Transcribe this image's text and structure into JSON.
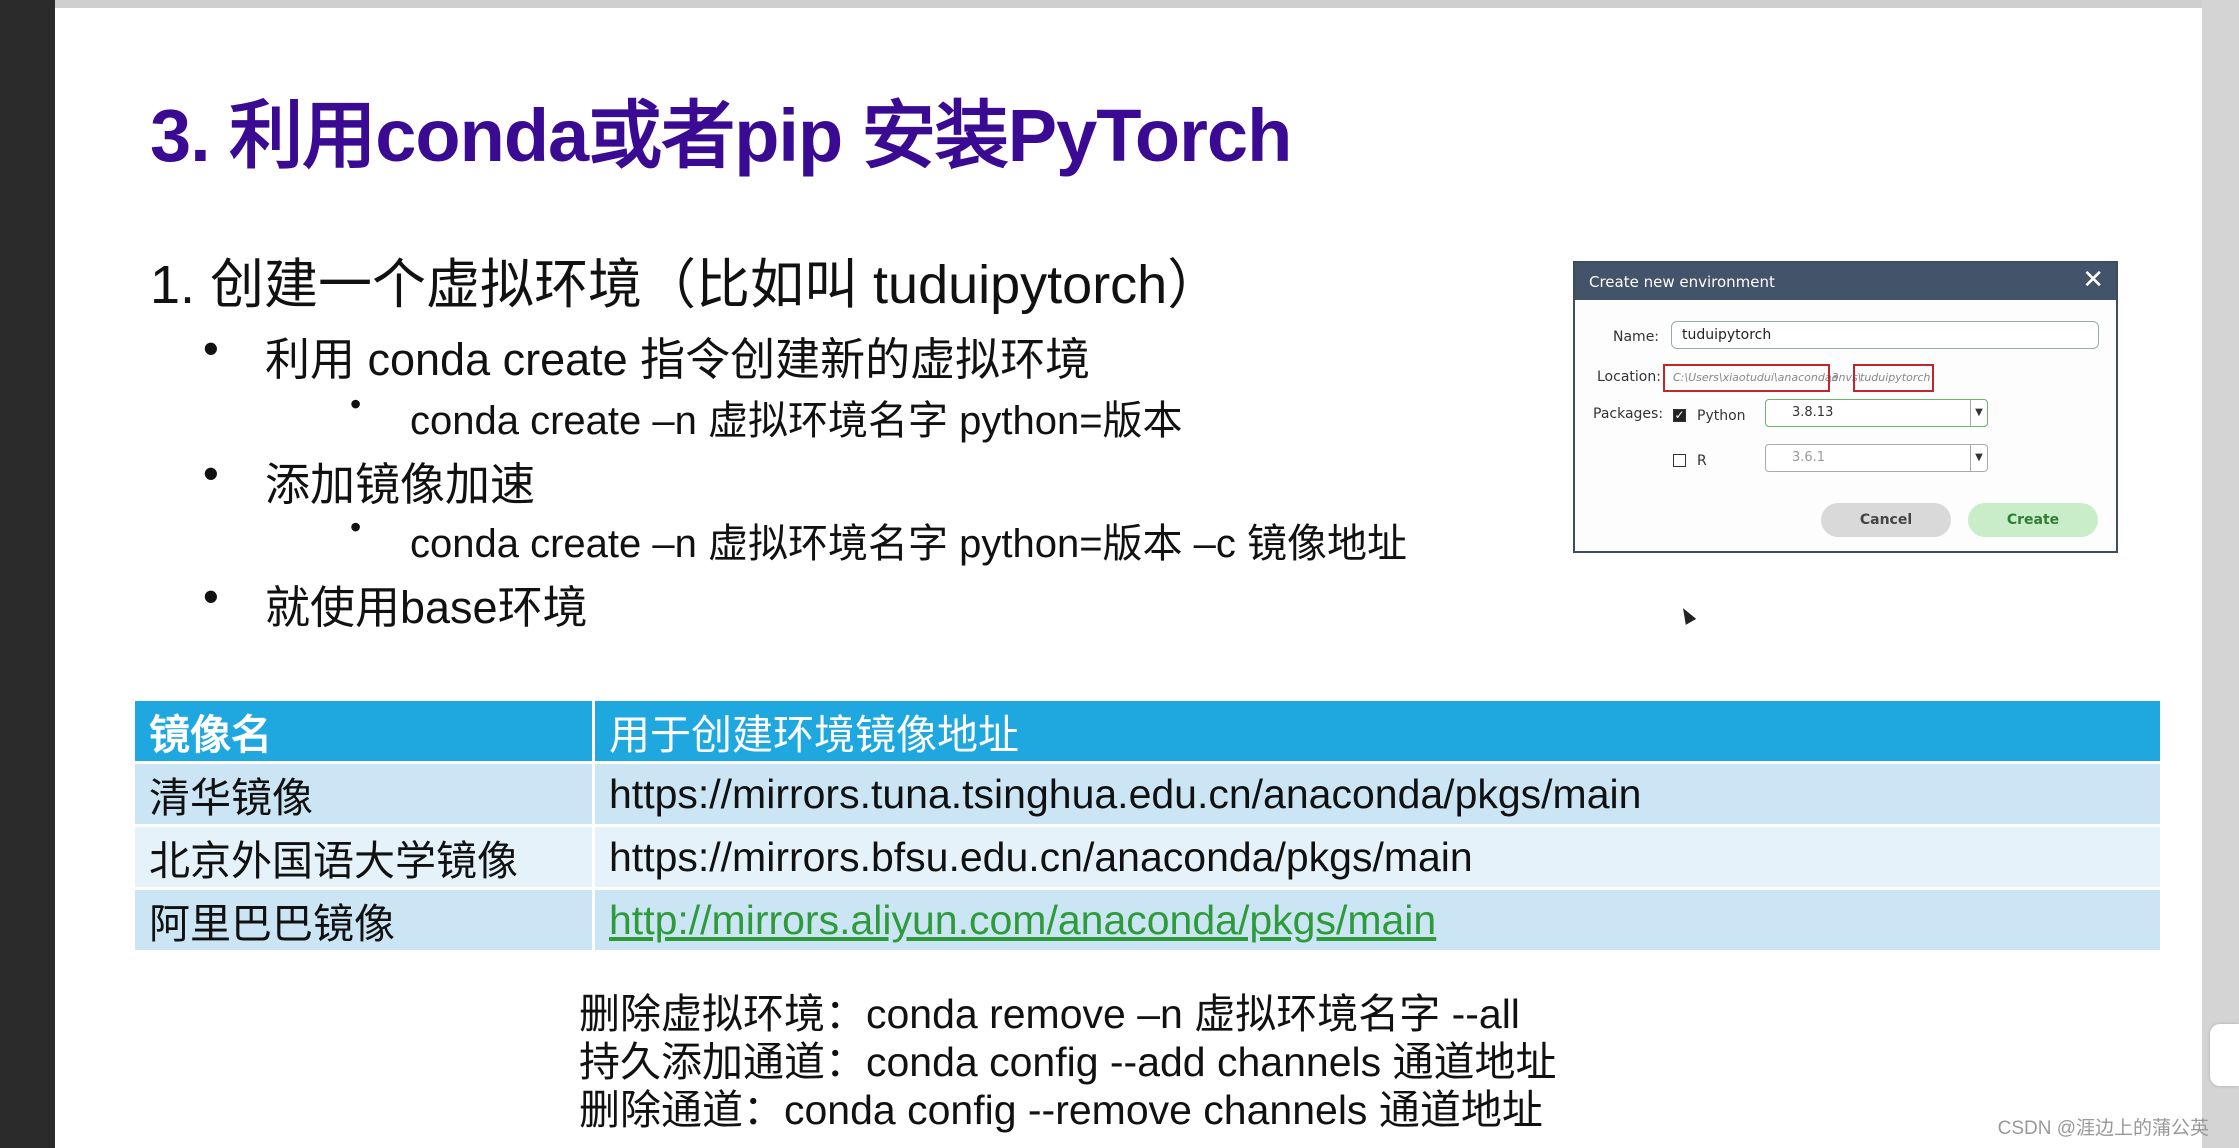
{
  "slide": {
    "title": "3. 利用conda或者pip 安装PyTorch",
    "step1": "1. 创建一个虚拟环境（比如叫 tuduipytorch）",
    "bullets": [
      {
        "text": "利用 conda create 指令创建新的虚拟环境",
        "sub": "conda create –n 虚拟环境名字 python=版本"
      },
      {
        "text": "添加镜像加速",
        "sub": "conda create –n 虚拟环境名字 python=版本 –c 镜像地址"
      },
      {
        "text": "就使用base环境"
      }
    ],
    "bullet_glyph": "•"
  },
  "dialog": {
    "title": "Create new environment",
    "close_glyph": "✕",
    "name_label": "Name:",
    "name_value": "tuduipytorch",
    "location_label": "Location:",
    "location_prefix": "C:\\Users\\xiaotudui\\anaconda3",
    "location_envs": "\\envs\\",
    "location_name": "tuduipytorch",
    "packages_label": "Packages:",
    "python_label": "Python",
    "python_checked": true,
    "python_version": "3.8.13",
    "r_label": "R",
    "r_checked": false,
    "r_version": "3.6.1",
    "cancel_label": "Cancel",
    "create_label": "Create",
    "check_glyph": "✓",
    "dropdown_glyph": "▼"
  },
  "table": {
    "headers": [
      "镜像名",
      "用于创建环境镜像地址"
    ],
    "rows": [
      [
        "清华镜像",
        "https://mirrors.tuna.tsinghua.edu.cn/anaconda/pkgs/main"
      ],
      [
        "北京外国语大学镜像",
        "https://mirrors.bfsu.edu.cn/anaconda/pkgs/main"
      ],
      [
        "阿里巴巴镜像",
        "http://mirrors.aliyun.com/anaconda/pkgs/main"
      ]
    ]
  },
  "notes": [
    "删除虚拟环境：conda remove –n 虚拟环境名字 --all",
    "持久添加通道：conda config --add channels 通道地址",
    "删除通道：conda config --remove channels 通道地址"
  ],
  "watermark": "CSDN @涯边上的蒲公英",
  "colors": {
    "title": "#3b0a93",
    "table_header": "#1fa8e0",
    "link": "#2e9b3a"
  }
}
